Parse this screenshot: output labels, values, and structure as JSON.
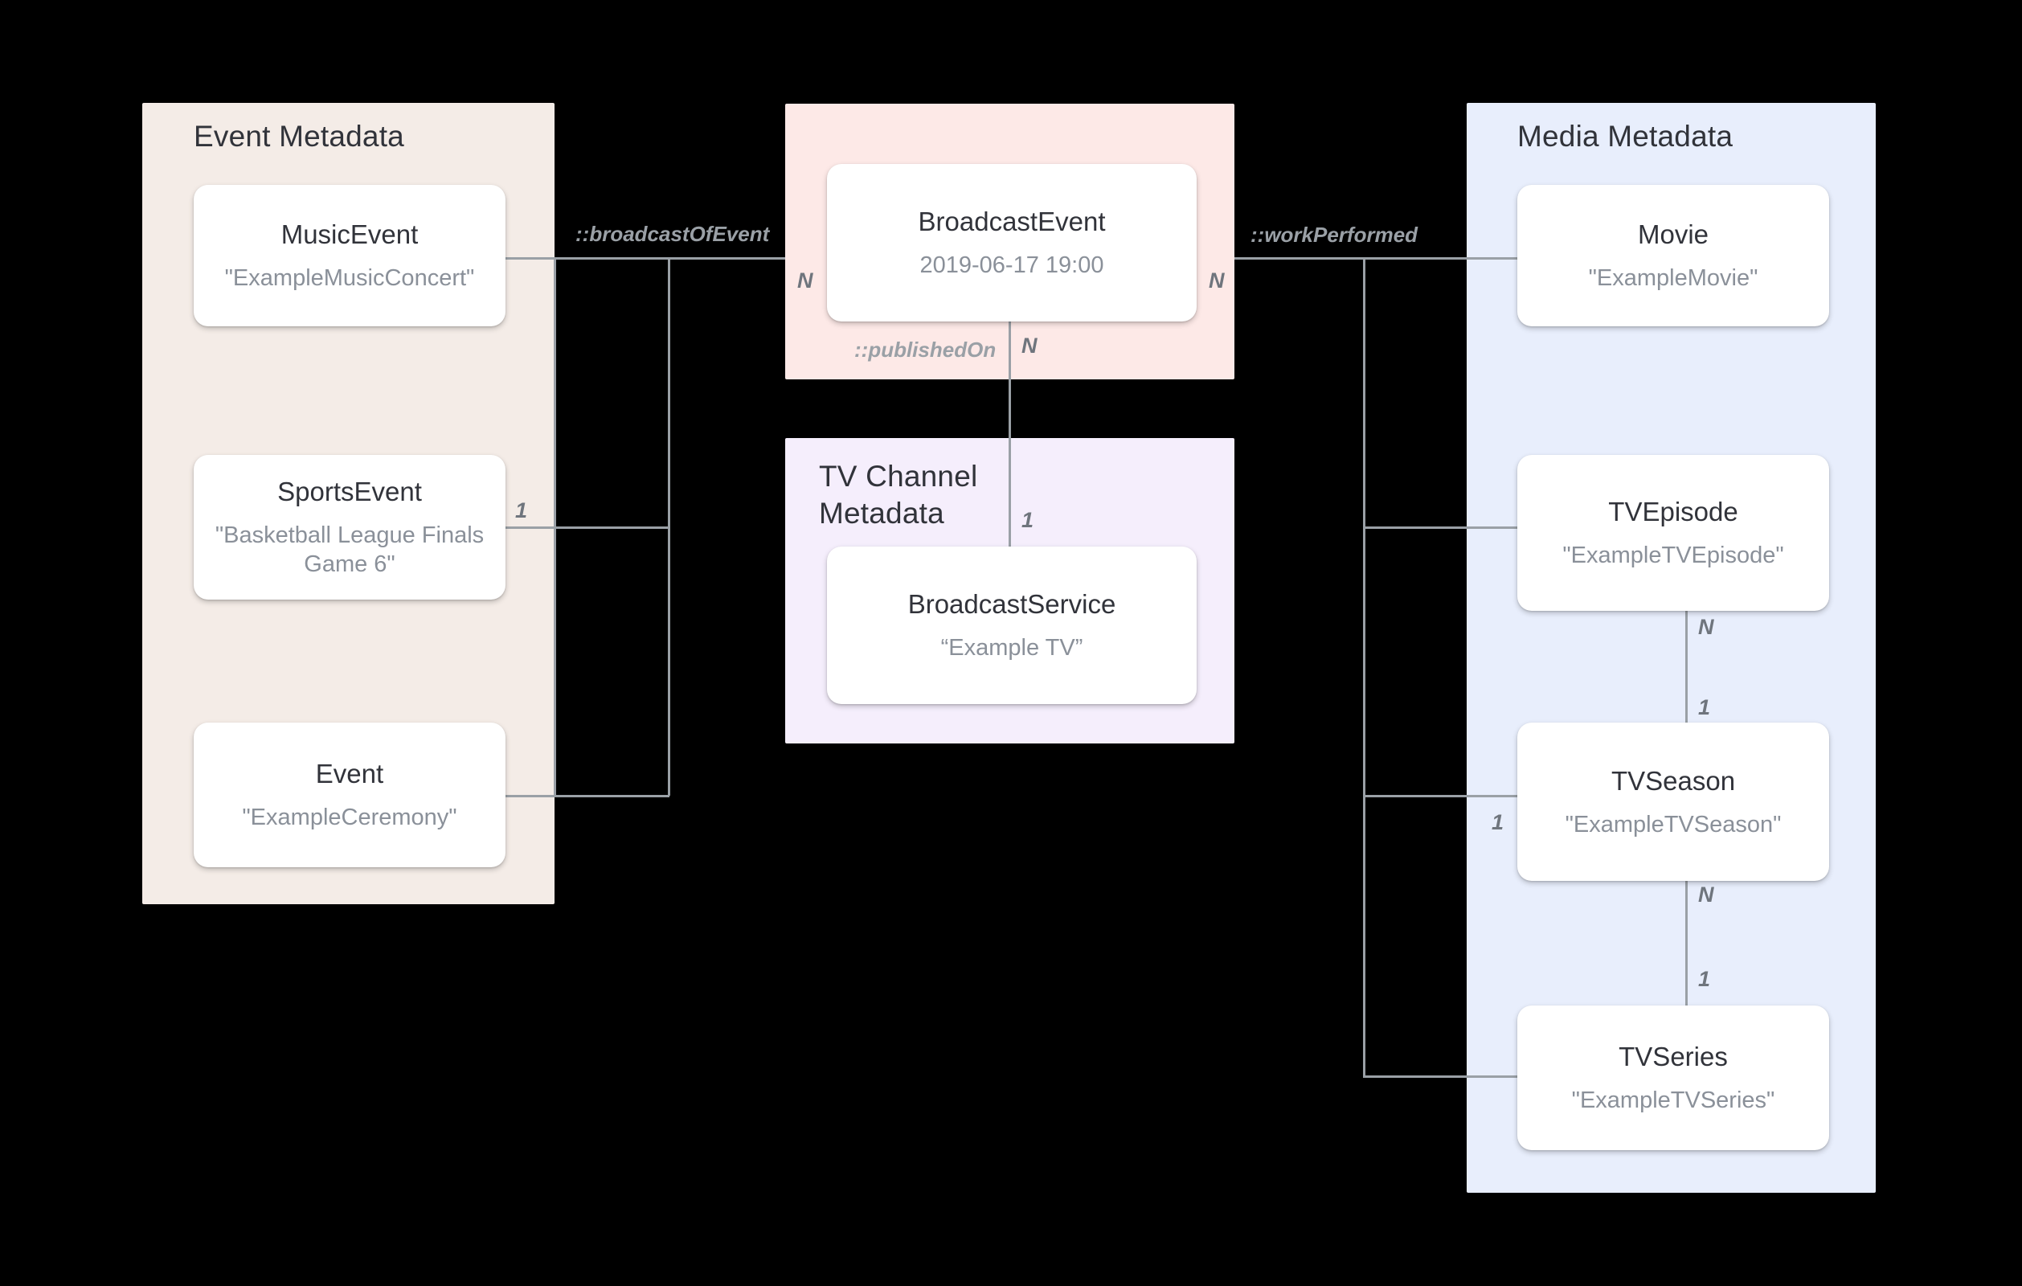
{
  "diagram": {
    "title": "Broadcast metadata entity relationship diagram",
    "colors": {
      "event_panel": "#f4ece7",
      "broadcast_panel": "#fde9e7",
      "tv_channel_panel": "#f5eefc",
      "media_panel": "#e8eefc",
      "node_fill": "#ffffff",
      "edge": "#9aa0a6",
      "title_text": "#31333a",
      "sub_text": "#8a9099",
      "cardinality_text": "#6f757d",
      "background": "#000000"
    }
  },
  "panels": [
    {
      "id": "event-metadata",
      "title": "Event Metadata"
    },
    {
      "id": "broadcast-event",
      "title": ""
    },
    {
      "id": "tv-channel-metadata",
      "title": "TV Channel\nMetadata",
      "title_line1": "TV Channel",
      "title_line2": "Metadata"
    },
    {
      "id": "media-metadata",
      "title": "Media Metadata"
    }
  ],
  "nodes": {
    "music_event": {
      "type": "MusicEvent",
      "value": "\"ExampleMusicConcert\""
    },
    "sports_event": {
      "type": "SportsEvent",
      "value": "\"Basketball League Finals Game 6\""
    },
    "event": {
      "type": "Event",
      "value": "\"ExampleCeremony\""
    },
    "broadcast_event": {
      "type": "BroadcastEvent",
      "value": "2019-06-17 19:00"
    },
    "broadcast_service": {
      "type": "BroadcastService",
      "value": "“Example TV”"
    },
    "movie": {
      "type": "Movie",
      "value": "\"ExampleMovie\""
    },
    "tv_episode": {
      "type": "TVEpisode",
      "value": "\"ExampleTVEpisode\""
    },
    "tv_season": {
      "type": "TVSeason",
      "value": "\"ExampleTVSeason\""
    },
    "tv_series": {
      "type": "TVSeries",
      "value": "\"ExampleTVSeries\""
    }
  },
  "relationships": {
    "broadcast_of_event": {
      "label": "::broadcastOfEvent",
      "from_cardinality": "1",
      "to_cardinality": "N"
    },
    "work_performed": {
      "label": "::workPerformed",
      "from_cardinality": "N",
      "to_cardinality": "1"
    },
    "published_on": {
      "label": "::publishedOn",
      "from_cardinality": "N",
      "to_cardinality": "1"
    }
  },
  "cardinalities": {
    "broadcast_event_left": "N",
    "broadcast_event_right": "N",
    "sports_event_right": "1",
    "published_on_top": "N",
    "published_on_bottom": "1",
    "episode_to_season_n": "N",
    "episode_to_season_1": "1",
    "season_left": "1",
    "season_to_series_n": "N",
    "season_to_series_1": "1"
  }
}
